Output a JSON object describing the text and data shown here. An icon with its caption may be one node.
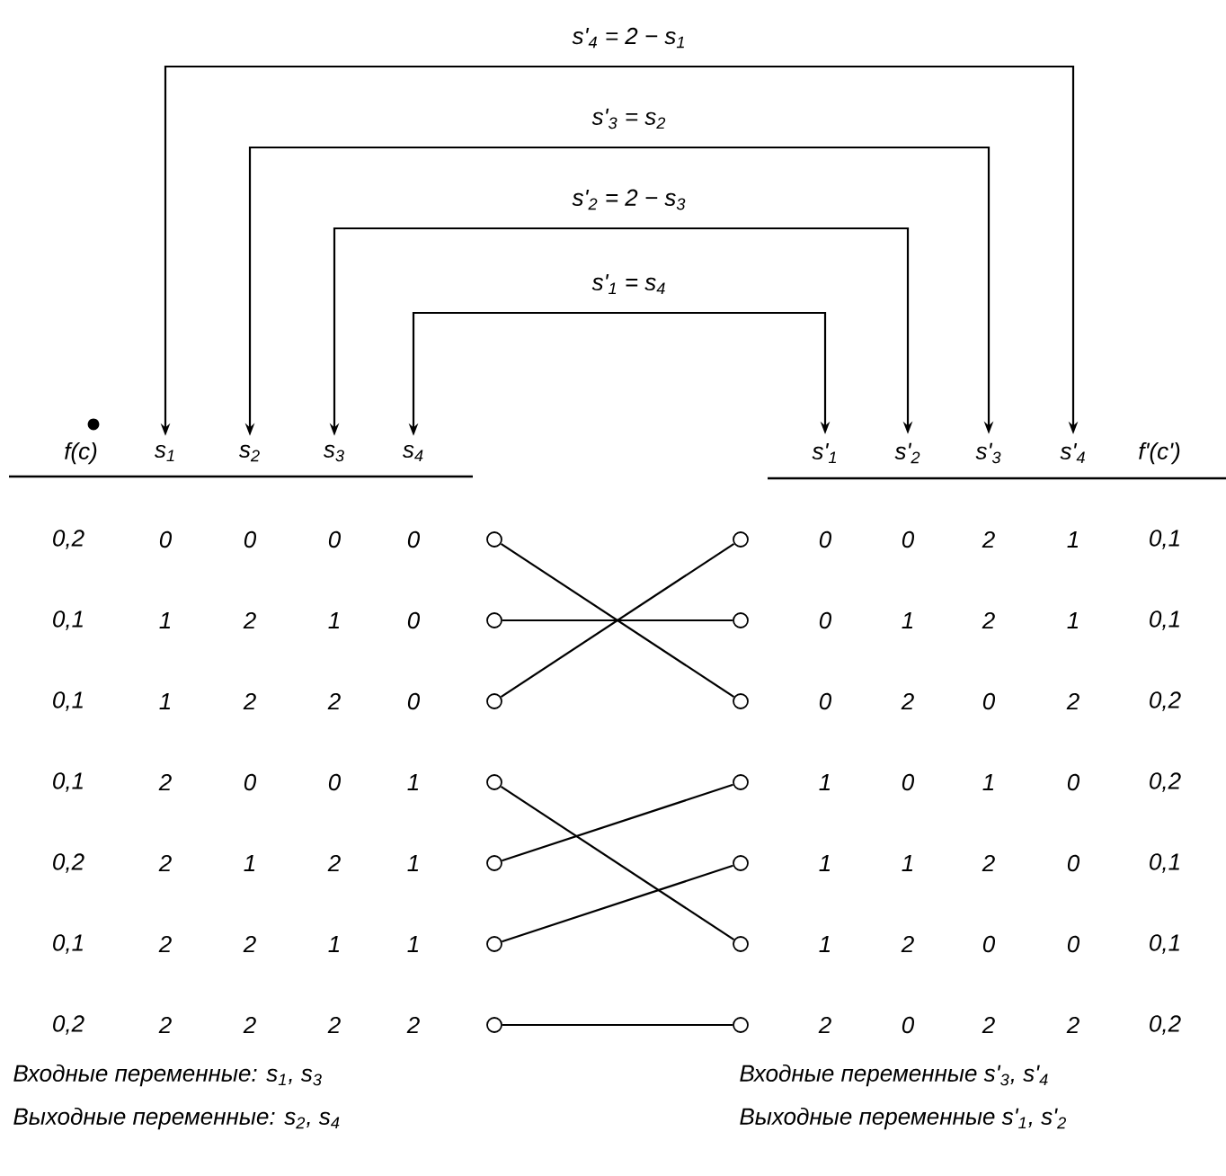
{
  "diagram": {
    "nodes": [
      {
        "text": [
          "s$_{1}$"
        ]
      },
      {
        "text": [
          "s$_{2}$"
        ]
      },
      {
        "text": [
          "s$_{3}$"
        ]
      },
      {
        "text": [
          "s$_{4}$"
        ]
      },
      {
        "text": [
          "s'$_{1}$"
        ]
      },
      {
        "text": [
          "s'$_{2}$"
        ]
      },
      {
        "text": [
          "s'$_{3}$"
        ]
      },
      {
        "text": [
          "s'$_{4}$"
        ]
      },
      {
        "text": [],
        "shape": "circle"
      },
      {
        "text": [],
        "shape": "circle"
      },
      {
        "text": [],
        "shape": "circle"
      },
      {
        "text": [],
        "shape": "circle"
      },
      {
        "text": [],
        "shape": "circle"
      },
      {
        "text": [],
        "shape": "circle"
      },
      {
        "text": [],
        "shape": "circle"
      },
      {
        "text": [],
        "shape": "circle"
      },
      {
        "text": [],
        "shape": "circle"
      },
      {
        "text": [],
        "shape": "circle"
      },
      {
        "text": [],
        "shape": "circle"
      },
      {
        "text": [],
        "shape": "circle"
      },
      {
        "text": [],
        "shape": "circle"
      },
      {
        "text": [],
        "shape": "circle"
      }
    ],
    "edges": [
      {
        "from": 0,
        "to": 7,
        "arrow": "both",
        "label": "s'$_{4}$ = 2 − s$_{1}$"
      },
      {
        "from": 1,
        "to": 6,
        "arrow": "both",
        "label": "s'$_{3}$ = s$_{2}$"
      },
      {
        "from": 2,
        "to": 5,
        "arrow": "both",
        "label": "s'$_{2}$ = 2 − s$_{3}$"
      },
      {
        "from": 3,
        "to": 4,
        "arrow": "both",
        "label": "s'$_{1}$ = s$_{4}$"
      },
      {
        "from": 8,
        "to": 17,
        "arrow": "none"
      },
      {
        "from": 9,
        "to": 16,
        "arrow": "none"
      },
      {
        "from": 10,
        "to": 15,
        "arrow": "none"
      },
      {
        "from": 11,
        "to": 20,
        "arrow": "none"
      },
      {
        "from": 12,
        "to": 18,
        "arrow": "none"
      },
      {
        "from": 13,
        "to": 19,
        "arrow": "none"
      },
      {
        "from": 14,
        "to": 21,
        "arrow": "none"
      }
    ],
    "labels": [
      "f(c)",
      "f'(c')",
      "0,2",
      "0",
      "0",
      "0",
      "0",
      "0",
      "0",
      "2",
      "1",
      "0,1",
      "0,1",
      "1",
      "2",
      "1",
      "0",
      "0",
      "1",
      "2",
      "1",
      "0,1",
      "0,1",
      "1",
      "2",
      "2",
      "0",
      "0",
      "2",
      "0",
      "2",
      "0,2",
      "0,1",
      "2",
      "0",
      "0",
      "1",
      "1",
      "0",
      "1",
      "0",
      "0,2",
      "0,2",
      "2",
      "1",
      "2",
      "1",
      "1",
      "1",
      "2",
      "0",
      "0,1",
      "0,1",
      "2",
      "2",
      "1",
      "1",
      "1",
      "2",
      "0",
      "0",
      "0,1",
      "0,2",
      "2",
      "2",
      "2",
      "2",
      "2",
      "0",
      "2",
      "2",
      "0,2",
      "Входные переменные: s$_{1}$, s$_{3}$",
      "Входные переменные s'$_{3}$, s'$_{4}$",
      "Выходные переменные: s$_{2}$, s$_{4}$",
      "Выходные переменные s'$_{1}$, s'$_{2}$"
    ]
  }
}
